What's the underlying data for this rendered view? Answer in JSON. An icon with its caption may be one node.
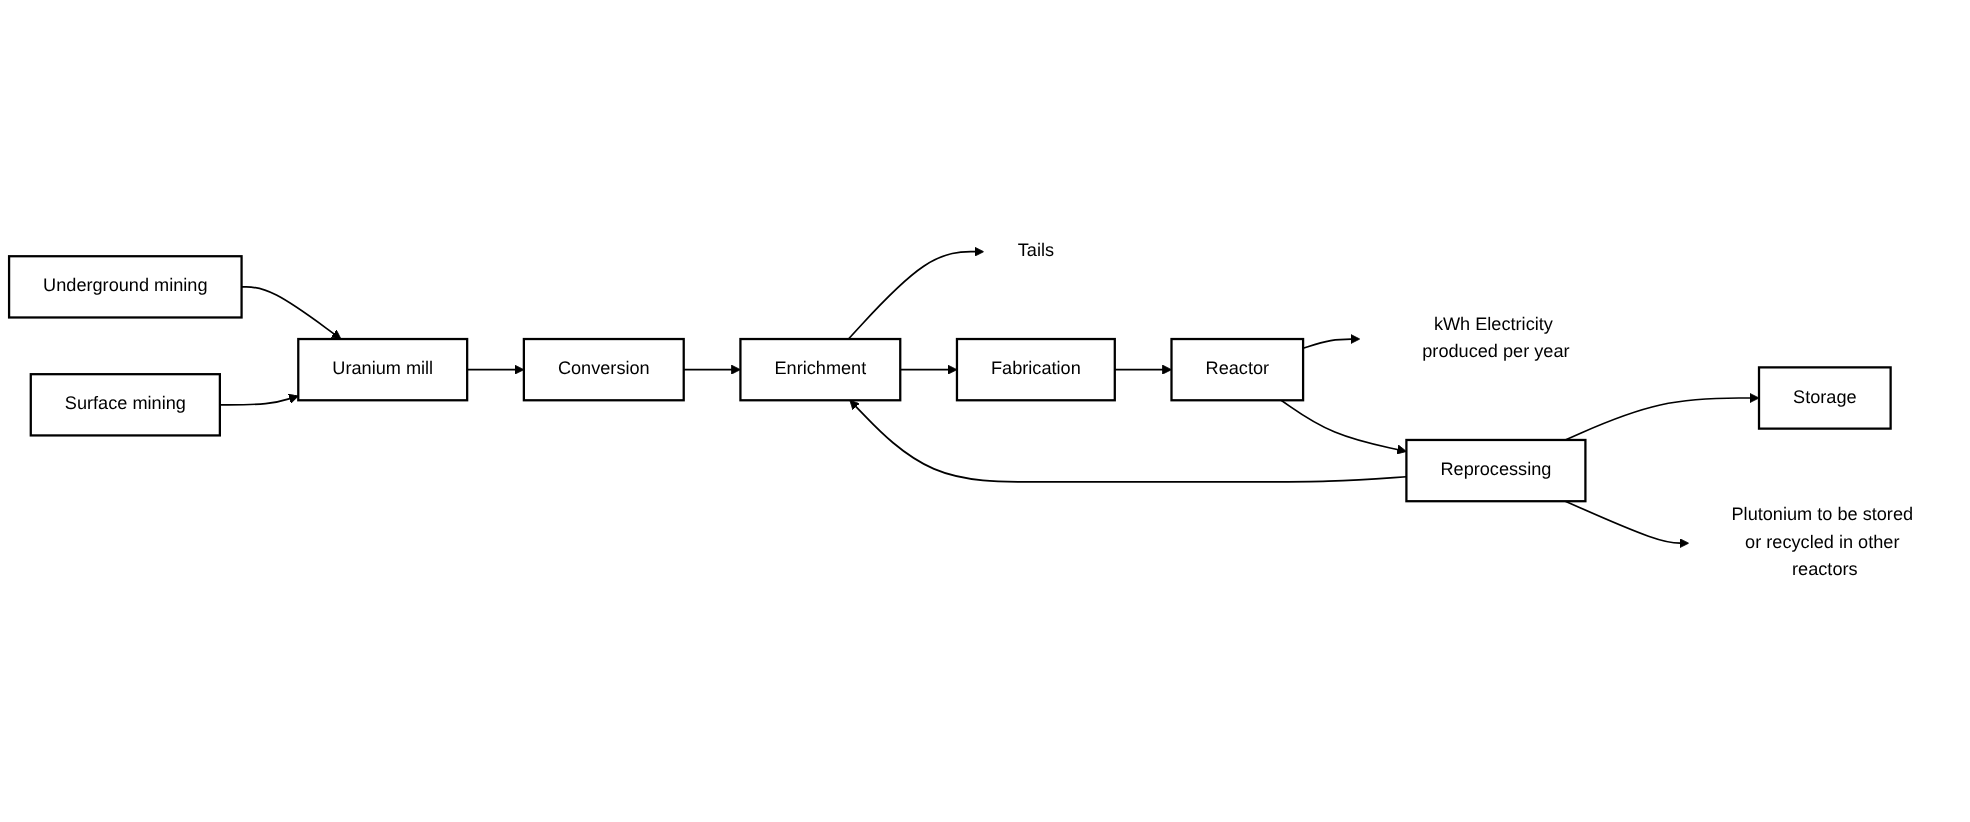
{
  "diagram": {
    "nodes": [
      {
        "text": [
          "Underground mining"
        ]
      },
      {
        "text": [
          "Surface mining"
        ]
      },
      {
        "text": [
          "Uranium mill"
        ]
      },
      {
        "text": [
          "Conversion"
        ]
      },
      {
        "text": [
          "Enrichment"
        ]
      },
      {
        "text": [
          "Tails"
        ]
      },
      {
        "text": [
          "Fabrication"
        ]
      },
      {
        "text": [
          "Plutonium to be stored or recycled in other reactors"
        ]
      },
      {
        "text": [
          "kWh Electricity produced per year"
        ]
      },
      {
        "text": [
          "Storage"
        ]
      },
      {
        "text": [
          "Reprocessing"
        ]
      },
      {
        "text": [
          "Reactor"
        ]
      }
    ],
    "edges": [
      {
        "from": 0,
        "to": 2,
        "arrow": "to"
      },
      {
        "from": 1,
        "to": 2,
        "arrow": "to"
      },
      {
        "from": 2,
        "to": 3,
        "arrow": "to"
      },
      {
        "from": 3,
        "to": 4,
        "arrow": "to"
      },
      {
        "from": 4,
        "to": 5,
        "arrow": "to"
      },
      {
        "from": 4,
        "to": 6,
        "arrow": "to"
      },
      {
        "from": 6,
        "to": 11,
        "arrow": "to"
      },
      {
        "from": 11,
        "to": 10,
        "arrow": "to"
      },
      {
        "from": 10,
        "to": 9,
        "arrow": "to"
      },
      {
        "from": 10,
        "to": 4,
        "arrow": "to"
      },
      {
        "from": 10,
        "to": 7,
        "arrow": "to"
      },
      {
        "from": 11,
        "to": 8,
        "arrow": "to"
      }
    ]
  }
}
